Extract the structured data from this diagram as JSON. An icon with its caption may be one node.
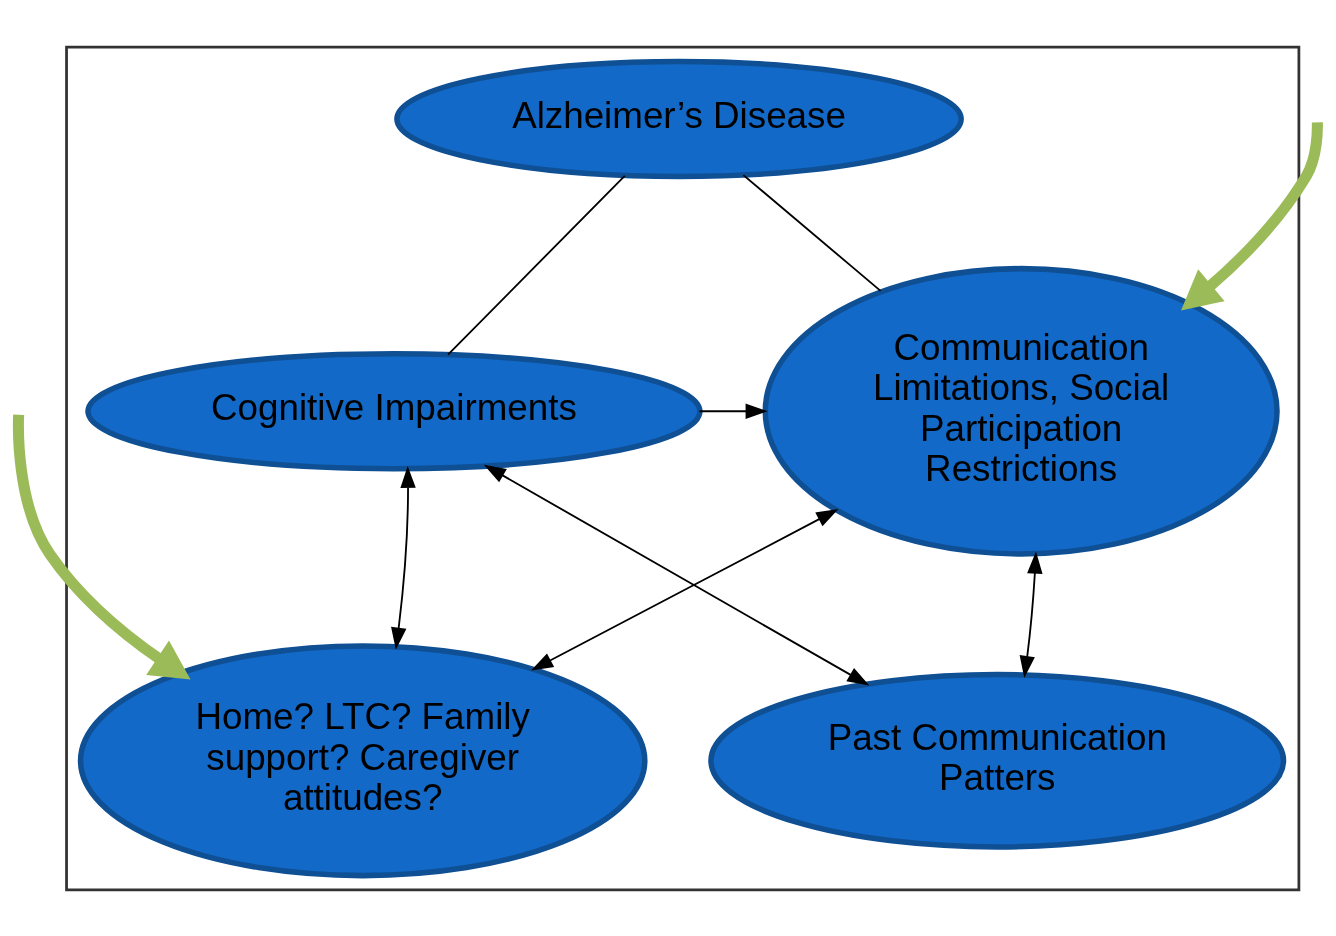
{
  "diagram": {
    "nodes": [
      {
        "text": [],
        "shape": "box"
      },
      {
        "text": [
          "Alzheimer’s Disease"
        ],
        "in": 0
      },
      {
        "text": [
          "Cognitive Impairments"
        ],
        "in": 0
      },
      {
        "text": [
          "Communication Limitations, Social Participation Restrictions"
        ],
        "in": 0
      },
      {
        "text": [
          "Home? LTC? Family support? Caregiver attitudes?"
        ],
        "in": 0
      },
      {
        "text": [
          "Past Communication Patters"
        ],
        "in": 0
      }
    ],
    "edges": [
      {
        "from": 1,
        "to": 2,
        "arrow": "none"
      },
      {
        "from": 1,
        "to": 3,
        "arrow": "none"
      },
      {
        "from": 2,
        "to": 3,
        "arrow": "to"
      },
      {
        "from": 4,
        "to": 2,
        "arrow": "both"
      },
      {
        "from": 4,
        "to": 3,
        "arrow": "both"
      },
      {
        "from": 5,
        "to": 2,
        "arrow": "both"
      },
      {
        "from": 5,
        "to": 3,
        "arrow": "both"
      },
      {
        "from": null,
        "to": 3,
        "arrow": "to",
        "style": "thick",
        "color": "#9bbb59"
      },
      {
        "from": null,
        "to": 4,
        "arrow": "to",
        "style": "thick",
        "color": "#9bbb59"
      }
    ]
  }
}
